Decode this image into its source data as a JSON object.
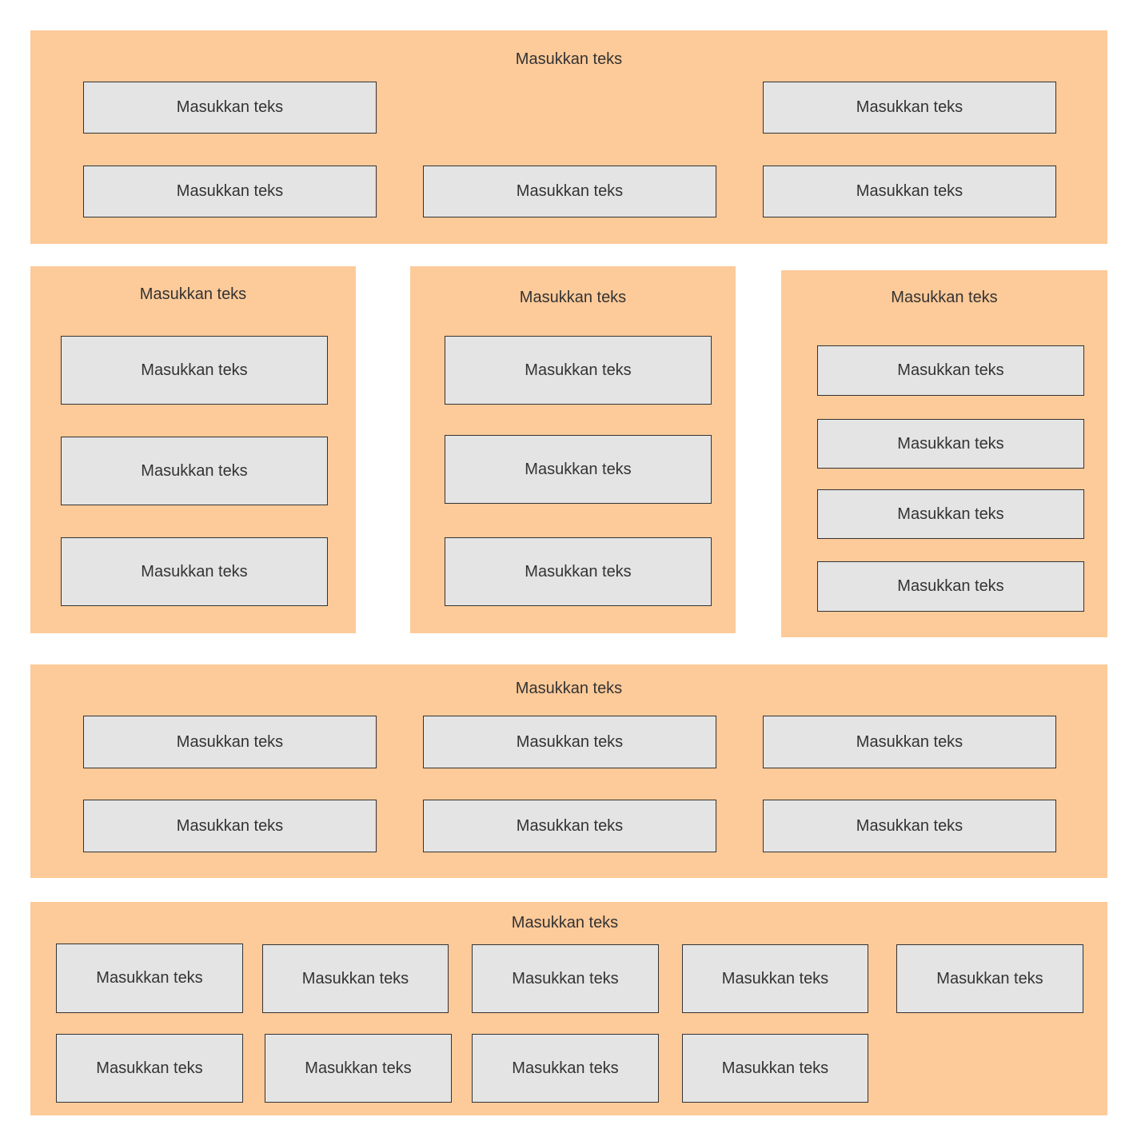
{
  "placeholder": "Masukkan teks",
  "sections": {
    "top": {
      "title": "Masukkan teks",
      "boxes": [
        "Masukkan teks",
        "Masukkan teks",
        "Masukkan teks",
        "Masukkan teks",
        "Masukkan teks"
      ]
    },
    "col1": {
      "title": "Masukkan teks",
      "boxes": [
        "Masukkan teks",
        "Masukkan teks",
        "Masukkan teks"
      ]
    },
    "col2": {
      "title": "Masukkan teks",
      "boxes": [
        "Masukkan teks",
        "Masukkan teks",
        "Masukkan teks"
      ]
    },
    "col3": {
      "title": "Masukkan teks",
      "boxes": [
        "Masukkan teks",
        "Masukkan teks",
        "Masukkan teks",
        "Masukkan teks"
      ]
    },
    "middle": {
      "title": "Masukkan teks",
      "boxes": [
        "Masukkan teks",
        "Masukkan teks",
        "Masukkan teks",
        "Masukkan teks",
        "Masukkan teks",
        "Masukkan teks"
      ]
    },
    "bottom": {
      "title": "Masukkan teks",
      "boxes": [
        "Masukkan teks",
        "Masukkan teks",
        "Masukkan teks",
        "Masukkan teks",
        "Masukkan teks",
        "Masukkan teks",
        "Masukkan teks",
        "Masukkan teks",
        "Masukkan teks"
      ]
    }
  }
}
